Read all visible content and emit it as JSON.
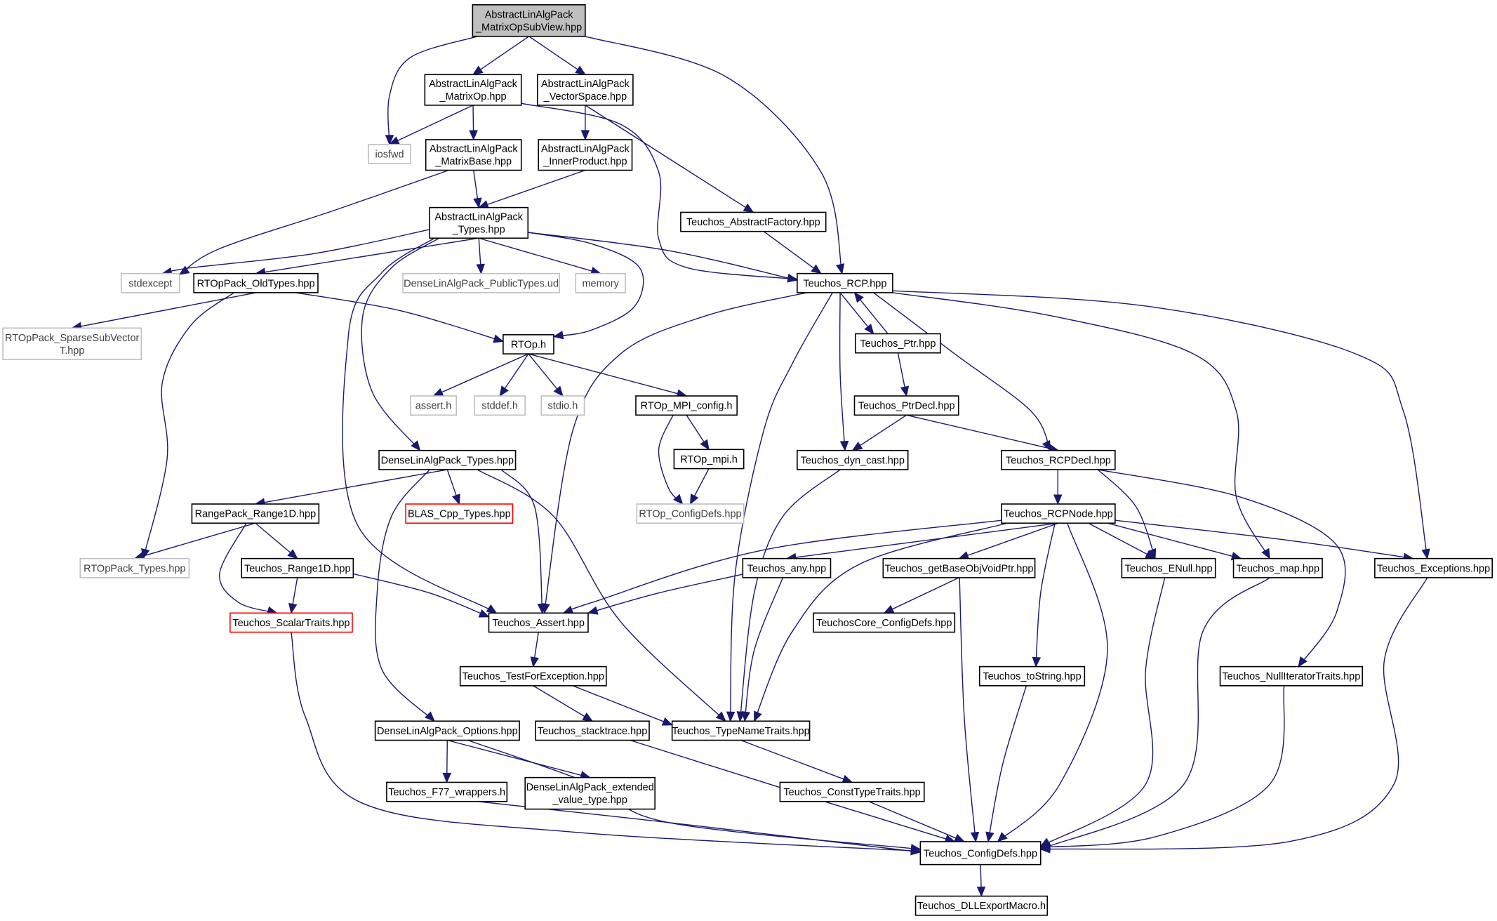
{
  "diagram": {
    "type": "include-dependency-graph",
    "colors": {
      "edge": "#191970",
      "node_border": "#000000",
      "root_fill": "#bfbfbf",
      "system_header_border": "#bfbfbf",
      "truncated_border": "#ff0000"
    },
    "nodes": [
      {
        "id": "root",
        "kind": "root",
        "lines": [
          "AbstractLinAlgPack",
          "_MatrixOpSubView.hpp"
        ]
      },
      {
        "id": "matrixop",
        "kind": "file",
        "lines": [
          "AbstractLinAlgPack",
          "_MatrixOp.hpp"
        ]
      },
      {
        "id": "vectorspace",
        "kind": "file",
        "lines": [
          "AbstractLinAlgPack",
          "_VectorSpace.hpp"
        ]
      },
      {
        "id": "iosfwd",
        "kind": "sys",
        "lines": [
          "iosfwd"
        ]
      },
      {
        "id": "matrixbase",
        "kind": "file",
        "lines": [
          "AbstractLinAlgPack",
          "_MatrixBase.hpp"
        ]
      },
      {
        "id": "innerproduct",
        "kind": "file",
        "lines": [
          "AbstractLinAlgPack",
          "_InnerProduct.hpp"
        ]
      },
      {
        "id": "alptypes",
        "kind": "file",
        "lines": [
          "AbstractLinAlgPack",
          "_Types.hpp"
        ]
      },
      {
        "id": "abstractfactory",
        "kind": "file",
        "lines": [
          "Teuchos_AbstractFactory.hpp"
        ]
      },
      {
        "id": "stdexcept",
        "kind": "sys",
        "lines": [
          "stdexcept"
        ]
      },
      {
        "id": "oldtypes",
        "kind": "file",
        "lines": [
          "RTOpPack_OldTypes.hpp"
        ]
      },
      {
        "id": "dlapublictypes",
        "kind": "sys",
        "lines": [
          "DenseLinAlgPack_PublicTypes.ud"
        ]
      },
      {
        "id": "memory",
        "kind": "sys",
        "lines": [
          "memory"
        ]
      },
      {
        "id": "rcp",
        "kind": "file",
        "lines": [
          "Teuchos_RCP.hpp"
        ]
      },
      {
        "id": "sparsesubvector",
        "kind": "sys",
        "lines": [
          "RTOpPack_SparseSubVector",
          "T.hpp"
        ]
      },
      {
        "id": "rtoph",
        "kind": "file",
        "lines": [
          "RTOp.h"
        ]
      },
      {
        "id": "ptr",
        "kind": "file",
        "lines": [
          "Teuchos_Ptr.hpp"
        ]
      },
      {
        "id": "asserth",
        "kind": "sys",
        "lines": [
          "assert.h"
        ]
      },
      {
        "id": "stddefh",
        "kind": "sys",
        "lines": [
          "stddef.h"
        ]
      },
      {
        "id": "stdioh",
        "kind": "sys",
        "lines": [
          "stdio.h"
        ]
      },
      {
        "id": "mpiconfig",
        "kind": "file",
        "lines": [
          "RTOp_MPI_config.h"
        ]
      },
      {
        "id": "ptrdecl",
        "kind": "file",
        "lines": [
          "Teuchos_PtrDecl.hpp"
        ]
      },
      {
        "id": "dlatypes",
        "kind": "file",
        "lines": [
          "DenseLinAlgPack_Types.hpp"
        ]
      },
      {
        "id": "rtopmpi",
        "kind": "file",
        "lines": [
          "RTOp_mpi.h"
        ]
      },
      {
        "id": "dyncast",
        "kind": "file",
        "lines": [
          "Teuchos_dyn_cast.hpp"
        ]
      },
      {
        "id": "rcpdecl",
        "kind": "file",
        "lines": [
          "Teuchos_RCPDecl.hpp"
        ]
      },
      {
        "id": "rangepack",
        "kind": "file",
        "lines": [
          "RangePack_Range1D.hpp"
        ]
      },
      {
        "id": "blascpp",
        "kind": "trunc",
        "lines": [
          "BLAS_Cpp_Types.hpp"
        ]
      },
      {
        "id": "rtopconfigdefs",
        "kind": "sys",
        "lines": [
          "RTOp_ConfigDefs.hpp"
        ]
      },
      {
        "id": "rcpnode",
        "kind": "file",
        "lines": [
          "Teuchos_RCPNode.hpp"
        ]
      },
      {
        "id": "rtoppacktypes",
        "kind": "sys",
        "lines": [
          "RTOpPack_Types.hpp"
        ]
      },
      {
        "id": "range1d",
        "kind": "file",
        "lines": [
          "Teuchos_Range1D.hpp"
        ]
      },
      {
        "id": "any",
        "kind": "file",
        "lines": [
          "Teuchos_any.hpp"
        ]
      },
      {
        "id": "getbaseobj",
        "kind": "file",
        "lines": [
          "Teuchos_getBaseObjVoidPtr.hpp"
        ]
      },
      {
        "id": "enull",
        "kind": "file",
        "lines": [
          "Teuchos_ENull.hpp"
        ]
      },
      {
        "id": "map",
        "kind": "file",
        "lines": [
          "Teuchos_map.hpp"
        ]
      },
      {
        "id": "exceptions",
        "kind": "file",
        "lines": [
          "Teuchos_Exceptions.hpp"
        ]
      },
      {
        "id": "scalartraits",
        "kind": "trunc",
        "lines": [
          "Teuchos_ScalarTraits.hpp"
        ]
      },
      {
        "id": "assert",
        "kind": "file",
        "lines": [
          "Teuchos_Assert.hpp"
        ]
      },
      {
        "id": "coreconfigdefs",
        "kind": "file",
        "lines": [
          "TeuchosCore_ConfigDefs.hpp"
        ]
      },
      {
        "id": "testforexception",
        "kind": "file",
        "lines": [
          "Teuchos_TestForException.hpp"
        ]
      },
      {
        "id": "tostring",
        "kind": "file",
        "lines": [
          "Teuchos_toString.hpp"
        ]
      },
      {
        "id": "nulliterator",
        "kind": "file",
        "lines": [
          "Teuchos_NullIteratorTraits.hpp"
        ]
      },
      {
        "id": "dlaoptions",
        "kind": "file",
        "lines": [
          "DenseLinAlgPack_Options.hpp"
        ]
      },
      {
        "id": "stacktrace",
        "kind": "file",
        "lines": [
          "Teuchos_stacktrace.hpp"
        ]
      },
      {
        "id": "typenametraits",
        "kind": "file",
        "lines": [
          "Teuchos_TypeNameTraits.hpp"
        ]
      },
      {
        "id": "f77wrappers",
        "kind": "file",
        "lines": [
          "Teuchos_F77_wrappers.h"
        ]
      },
      {
        "id": "extendedvalue",
        "kind": "file",
        "lines": [
          "DenseLinAlgPack_extended",
          "_value_type.hpp"
        ]
      },
      {
        "id": "consttypetraits",
        "kind": "file",
        "lines": [
          "Teuchos_ConstTypeTraits.hpp"
        ]
      },
      {
        "id": "configdefs",
        "kind": "file",
        "lines": [
          "Teuchos_ConfigDefs.hpp"
        ]
      },
      {
        "id": "dllexport",
        "kind": "file",
        "lines": [
          "Teuchos_DLLExportMacro.h"
        ]
      }
    ],
    "edges": [
      [
        "root",
        "matrixop"
      ],
      [
        "root",
        "vectorspace"
      ],
      [
        "root",
        "iosfwd"
      ],
      [
        "root",
        "rcp"
      ],
      [
        "matrixop",
        "iosfwd"
      ],
      [
        "matrixop",
        "matrixbase"
      ],
      [
        "matrixop",
        "rcp"
      ],
      [
        "vectorspace",
        "innerproduct"
      ],
      [
        "vectorspace",
        "abstractfactory"
      ],
      [
        "matrixbase",
        "alptypes"
      ],
      [
        "matrixbase",
        "stdexcept"
      ],
      [
        "innerproduct",
        "alptypes"
      ],
      [
        "alptypes",
        "stdexcept"
      ],
      [
        "alptypes",
        "oldtypes"
      ],
      [
        "alptypes",
        "dlapublictypes"
      ],
      [
        "alptypes",
        "memory"
      ],
      [
        "alptypes",
        "rcp"
      ],
      [
        "alptypes",
        "rtoph"
      ],
      [
        "alptypes",
        "dlatypes"
      ],
      [
        "alptypes",
        "assert"
      ],
      [
        "abstractfactory",
        "rcp"
      ],
      [
        "oldtypes",
        "sparsesubvector"
      ],
      [
        "oldtypes",
        "rtoph"
      ],
      [
        "oldtypes",
        "rtoppacktypes"
      ],
      [
        "rtoph",
        "asserth"
      ],
      [
        "rtoph",
        "stddefh"
      ],
      [
        "rtoph",
        "stdioh"
      ],
      [
        "rtoph",
        "mpiconfig"
      ],
      [
        "mpiconfig",
        "rtopmpi"
      ],
      [
        "mpiconfig",
        "rtopconfigdefs"
      ],
      [
        "rtopmpi",
        "rtopconfigdefs"
      ],
      [
        "rcp",
        "ptr"
      ],
      [
        "ptr",
        "rcp"
      ],
      [
        "rcp",
        "dyncast"
      ],
      [
        "rcp",
        "rcpdecl"
      ],
      [
        "rcp",
        "assert"
      ],
      [
        "rcp",
        "typenametraits"
      ],
      [
        "rcp",
        "map"
      ],
      [
        "rcp",
        "exceptions"
      ],
      [
        "ptr",
        "ptrdecl"
      ],
      [
        "ptrdecl",
        "dyncast"
      ],
      [
        "ptrdecl",
        "rcpdecl"
      ],
      [
        "dyncast",
        "typenametraits"
      ],
      [
        "rcpdecl",
        "rcpnode"
      ],
      [
        "rcpdecl",
        "enull"
      ],
      [
        "rcpdecl",
        "nulliterator"
      ],
      [
        "rcpnode",
        "any"
      ],
      [
        "rcpnode",
        "getbaseobj"
      ],
      [
        "rcpnode",
        "enull"
      ],
      [
        "rcpnode",
        "map"
      ],
      [
        "rcpnode",
        "exceptions"
      ],
      [
        "rcpnode",
        "assert"
      ],
      [
        "rcpnode",
        "typenametraits"
      ],
      [
        "rcpnode",
        "tostring"
      ],
      [
        "rcpnode",
        "configdefs"
      ],
      [
        "dlatypes",
        "rangepack"
      ],
      [
        "dlatypes",
        "blascpp"
      ],
      [
        "dlatypes",
        "assert"
      ],
      [
        "dlatypes",
        "typenametraits"
      ],
      [
        "dlatypes",
        "dlaoptions"
      ],
      [
        "rangepack",
        "rtoppacktypes"
      ],
      [
        "rangepack",
        "range1d"
      ],
      [
        "rangepack",
        "scalartraits"
      ],
      [
        "range1d",
        "scalartraits"
      ],
      [
        "range1d",
        "assert"
      ],
      [
        "any",
        "assert"
      ],
      [
        "any",
        "typenametraits"
      ],
      [
        "getbaseobj",
        "coreconfigdefs"
      ],
      [
        "getbaseobj",
        "configdefs"
      ],
      [
        "enull",
        "configdefs"
      ],
      [
        "map",
        "configdefs"
      ],
      [
        "exceptions",
        "configdefs"
      ],
      [
        "scalartraits",
        "configdefs"
      ],
      [
        "assert",
        "testforexception"
      ],
      [
        "testforexception",
        "stacktrace"
      ],
      [
        "testforexception",
        "typenametraits"
      ],
      [
        "tostring",
        "configdefs"
      ],
      [
        "nulliterator",
        "configdefs"
      ],
      [
        "dlaoptions",
        "f77wrappers"
      ],
      [
        "dlaoptions",
        "extendedvalue"
      ],
      [
        "dlaoptions",
        "configdefs"
      ],
      [
        "stacktrace",
        "configdefs"
      ],
      [
        "typenametraits",
        "consttypetraits"
      ],
      [
        "f77wrappers",
        "configdefs"
      ],
      [
        "consttypetraits",
        "configdefs"
      ],
      [
        "configdefs",
        "dllexport"
      ]
    ]
  }
}
